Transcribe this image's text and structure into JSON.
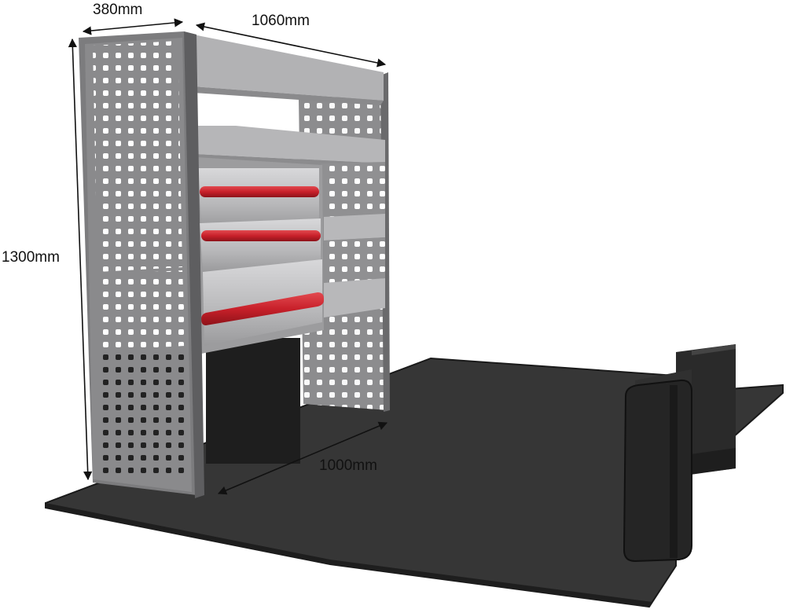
{
  "dimensions": {
    "depth": "380mm",
    "width": "1060mm",
    "height": "1300mm",
    "floor_depth": "1000mm"
  },
  "colors": {
    "panel": "#8a8a8c",
    "panel_dark": "#6e6e70",
    "shelf": "#aeaeb0",
    "shelf_light": "#c6c6c8",
    "accent_red": "#c8202a",
    "floor": "#333333",
    "floor_edge": "#1a1a1a",
    "dimension_line": "#111111"
  }
}
